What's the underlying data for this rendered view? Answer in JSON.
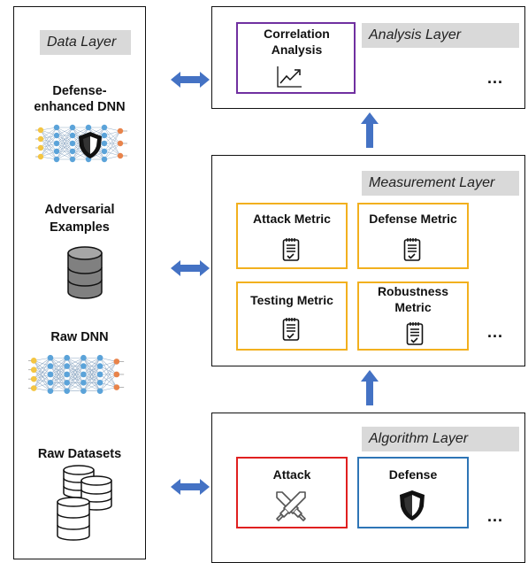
{
  "data_layer": {
    "title": "Data Layer",
    "items": [
      {
        "label": "Defense-enhanced DNN",
        "icon": "shielded-neural-network-icon"
      },
      {
        "label": "Adversarial Examples",
        "icon": "database-icon"
      },
      {
        "label": "Raw DNN",
        "icon": "neural-network-icon"
      },
      {
        "label": "Raw Datasets",
        "icon": "stacked-databases-icon"
      }
    ]
  },
  "analysis_layer": {
    "title": "Analysis Layer",
    "box_label": "Correlation Analysis",
    "box_icon": "trend-chart-icon",
    "box_color": "#7030a0",
    "ellipsis": "..."
  },
  "measurement_layer": {
    "title": "Measurement Layer",
    "boxes": [
      {
        "label": "Attack Metric",
        "icon": "report-icon"
      },
      {
        "label": "Defense Metric",
        "icon": "report-icon"
      },
      {
        "label": "Testing Metric",
        "icon": "report-icon"
      },
      {
        "label": "Robustness Metric",
        "icon": "report-icon"
      }
    ],
    "box_color": "#f2b01e",
    "ellipsis": "..."
  },
  "algorithm_layer": {
    "title": "Algorithm Layer",
    "boxes": [
      {
        "label": "Attack",
        "icon": "crossed-swords-icon",
        "color": "#e02020"
      },
      {
        "label": "Defense",
        "icon": "shield-icon",
        "color": "#2e75b6"
      }
    ],
    "ellipsis": "..."
  },
  "colors": {
    "arrow": "#4472c4",
    "tag_bg": "#d9d9d9"
  }
}
